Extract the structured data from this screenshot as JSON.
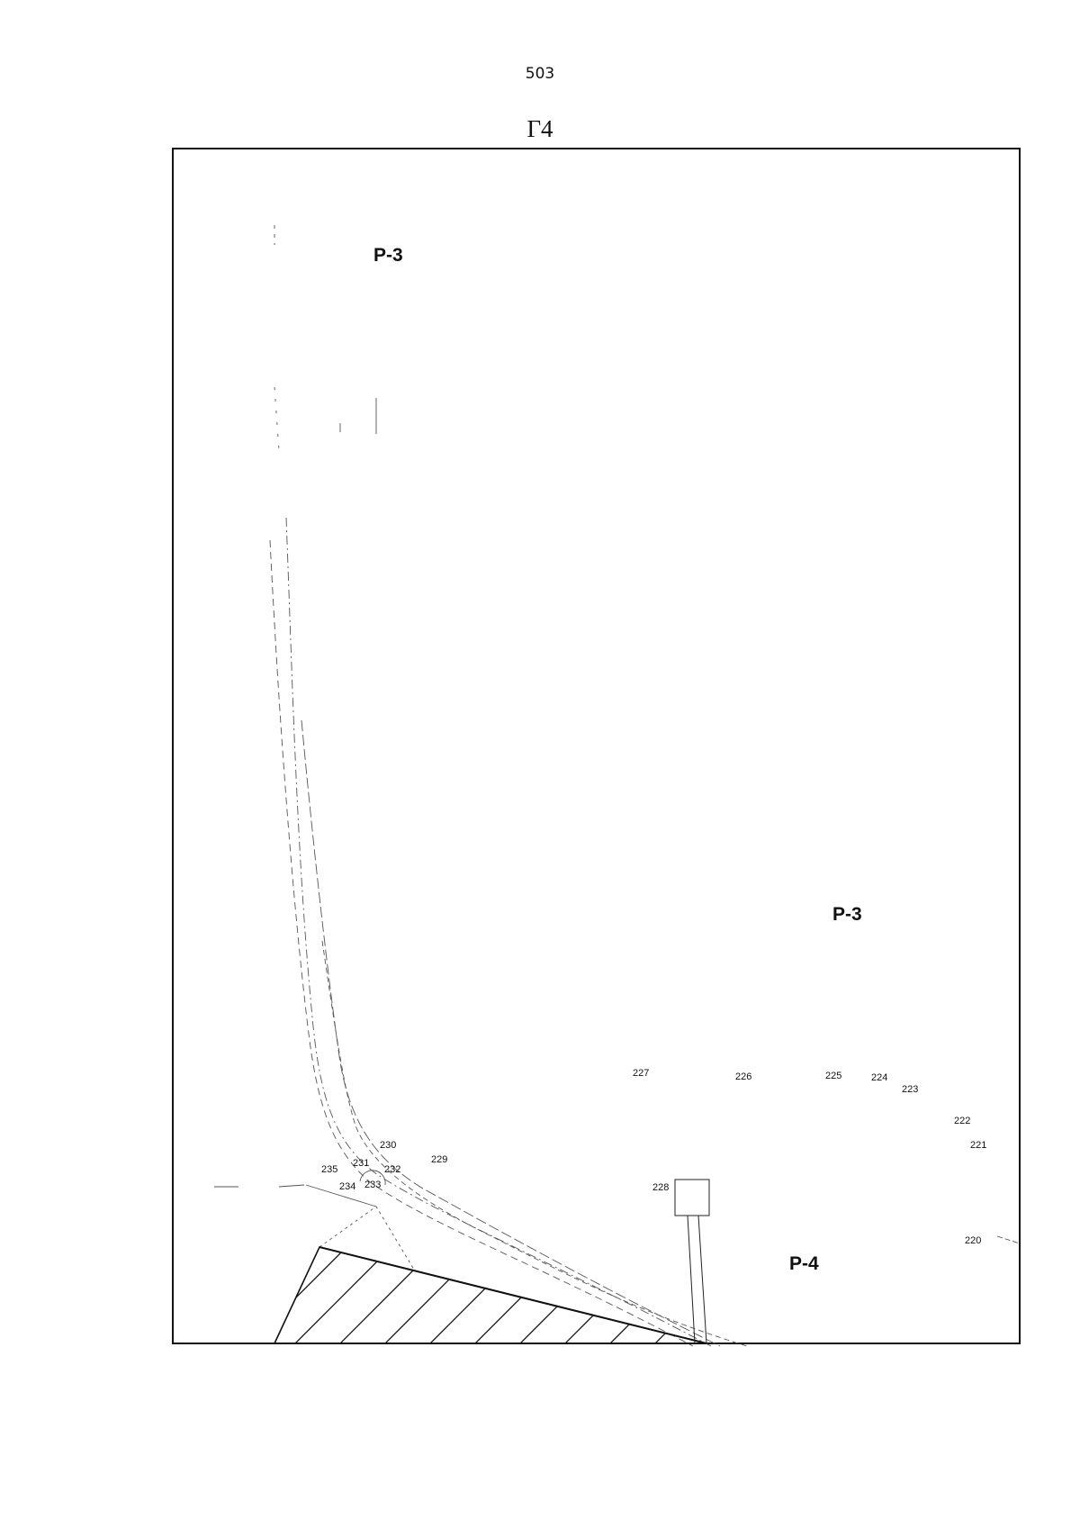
{
  "page": {
    "number": "503",
    "sheet_title": "Г4"
  },
  "zones": [
    "Р-3",
    "Р-3",
    "Р-4"
  ],
  "points": [
    "220",
    "221",
    "222",
    "223",
    "224",
    "225",
    "226",
    "227",
    "228",
    "229",
    "230",
    "231",
    "232",
    "233",
    "234",
    "235"
  ]
}
